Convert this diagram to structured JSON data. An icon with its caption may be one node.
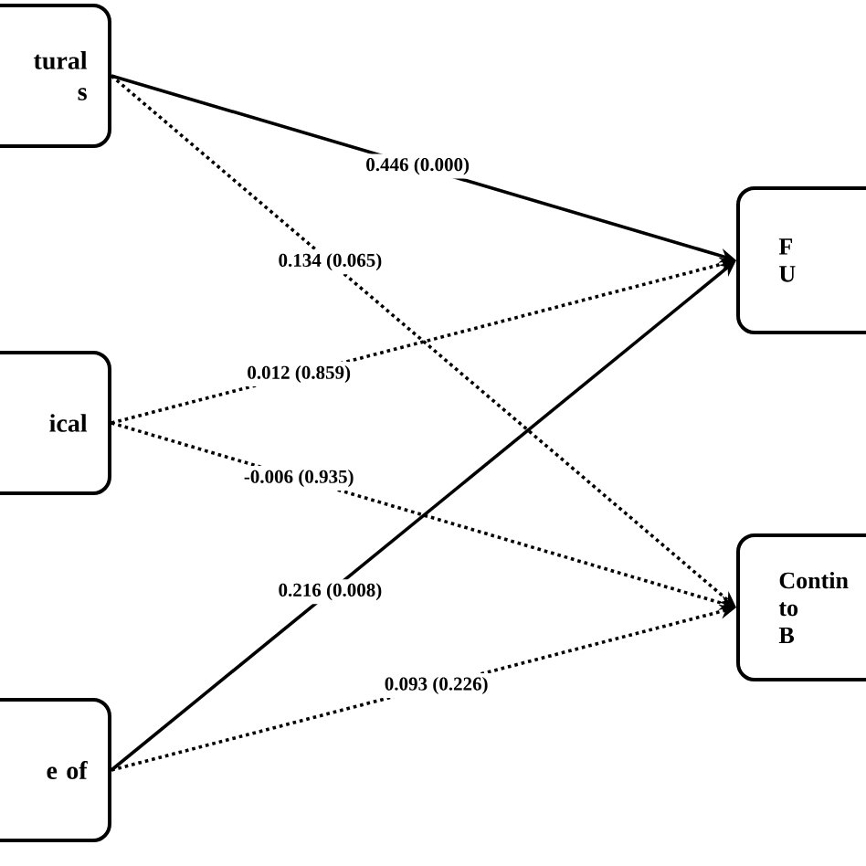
{
  "diagram": {
    "nodes": [
      {
        "text": [
          "tural s"
        ]
      },
      {
        "text": [
          "ical"
        ]
      },
      {
        "text": [
          "e of"
        ]
      },
      {
        "text": [
          "F U"
        ]
      },
      {
        "text": [
          "Contin to B"
        ]
      }
    ],
    "edges": [
      {
        "from": 0,
        "to": 3,
        "arrow": "to",
        "label": "0.446 (0.000)"
      },
      {
        "from": 0,
        "to": 4,
        "arrow": "to",
        "label": "0.134 (0.065)",
        "style": "dashed"
      },
      {
        "from": 1,
        "to": 3,
        "arrow": "to",
        "label": "0.012 (0.859)",
        "style": "dashed"
      },
      {
        "from": 1,
        "to": 4,
        "arrow": "to",
        "label": "-0.006 (0.935)",
        "style": "dashed"
      },
      {
        "from": 2,
        "to": 3,
        "arrow": "to",
        "label": "0.216 (0.008)"
      },
      {
        "from": 2,
        "to": 4,
        "arrow": "to",
        "label": "0.093 (0.226)",
        "style": "dashed"
      }
    ]
  }
}
